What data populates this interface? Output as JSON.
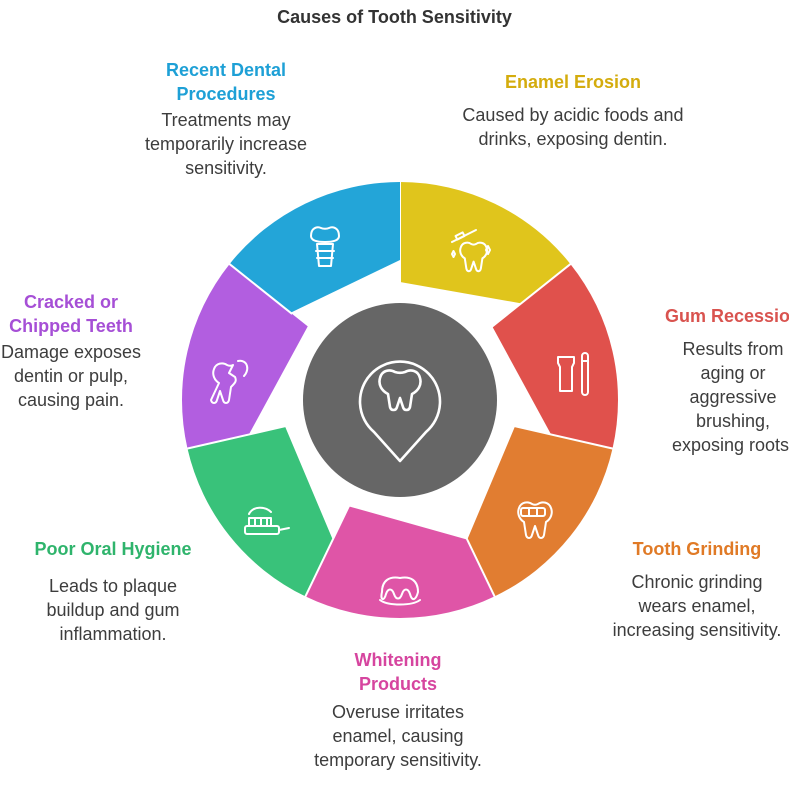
{
  "title": "Causes of Tooth Sensitivity",
  "center_icon": "tooth-location-pin-icon",
  "segments": [
    {
      "heading": "Enamel Erosion",
      "description": "Caused by acidic foods and drinks, exposing dentin.",
      "color": "#e0c51c",
      "icon": "toothbrush-sparkle-tooth-icon"
    },
    {
      "heading": "Gum Recession",
      "description": "Results from aging or aggressive brushing, exposing roots.",
      "color": "#e0514c",
      "icon": "toothpaste-toothbrush-icon"
    },
    {
      "heading": "Tooth Grinding",
      "description": "Chronic grinding wears enamel, increasing sensitivity.",
      "color": "#e17d31",
      "icon": "tooth-braces-icon"
    },
    {
      "heading": "Whitening Products",
      "description": "Overuse irritates enamel, causing temporary sensitivity.",
      "color": "#df55a7",
      "icon": "gum-tooth-icon"
    },
    {
      "heading": "Poor Oral Hygiene",
      "description": "Leads to plaque buildup and gum inflammation.",
      "color": "#39c27a",
      "icon": "toothbrush-paste-icon"
    },
    {
      "heading": "Cracked or Chipped Teeth",
      "description": "Damage exposes dentin or pulp, causing pain.",
      "color": "#b25ee0",
      "icon": "chipped-tooth-icon"
    },
    {
      "heading": "Recent Dental Procedures",
      "description": "Treatments may temporarily increase sensitivity.",
      "color": "#23a5d8",
      "icon": "dental-implant-icon"
    }
  ]
}
